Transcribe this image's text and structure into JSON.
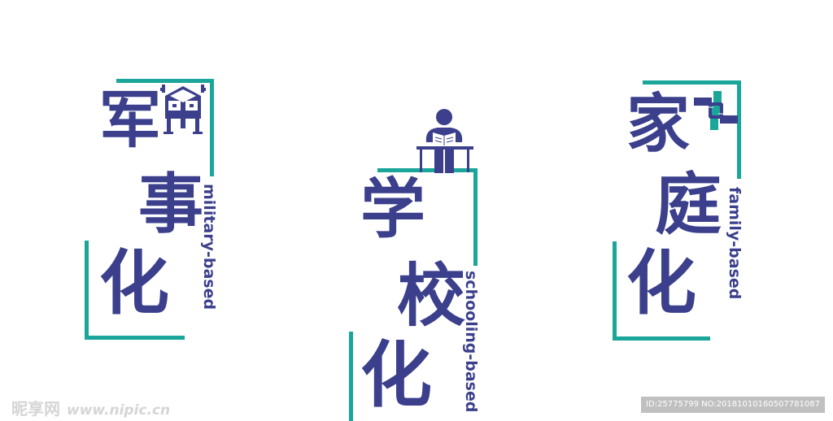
{
  "colors": {
    "navy": "#3b3f8c",
    "teal": "#1aa69a",
    "background": "#ffffff"
  },
  "panels": [
    {
      "id": "military",
      "chars": [
        "军",
        "事",
        "化"
      ],
      "english": "military-based",
      "icon": "ding-vessel-icon"
    },
    {
      "id": "school",
      "chars": [
        "学",
        "校",
        "化"
      ],
      "english": "schooling-based",
      "icon": "student-reading-at-desk-icon"
    },
    {
      "id": "family",
      "chars": [
        "家",
        "庭",
        "化"
      ],
      "english": "family-based",
      "icon": "joined-hands-icon"
    }
  ],
  "watermark": {
    "brand": "昵享网",
    "url": "www.nipic.cn",
    "id_text": "ID:25775799 NO:20181010160507781087"
  }
}
